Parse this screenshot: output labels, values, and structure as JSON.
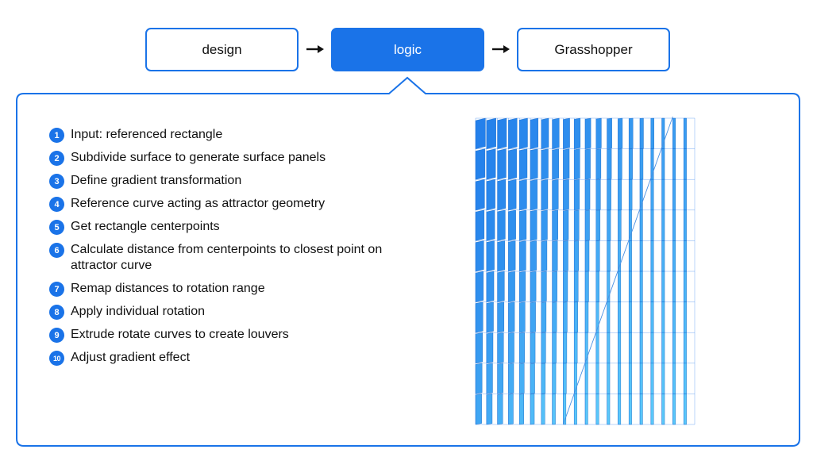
{
  "flow": {
    "steps": [
      {
        "label": "design",
        "active": false
      },
      {
        "label": "logic",
        "active": true
      },
      {
        "label": "Grasshopper",
        "active": false
      }
    ]
  },
  "logic_steps": [
    {
      "number": "1",
      "text": "Input: referenced rectangle"
    },
    {
      "number": "2",
      "text": "Subdivide surface to generate surface panels"
    },
    {
      "number": "3",
      "text": "Define gradient transformation"
    },
    {
      "number": "4",
      "text": "Reference curve acting as attractor geometry"
    },
    {
      "number": "5",
      "text": "Get rectangle centerpoints"
    },
    {
      "number": "6",
      "text": "Calculate distance from centerpoints to closest point on attractor curve"
    },
    {
      "number": "7",
      "text": "Remap distances to rotation range"
    },
    {
      "number": "8",
      "text": "Apply individual rotation"
    },
    {
      "number": "9",
      "text": "Extrude rotate curves to create louvers"
    },
    {
      "number": "10",
      "text": "Adjust gradient effect"
    }
  ],
  "colors": {
    "accent": "#1a73e8",
    "louver_dark": "#1a73e8",
    "louver_light": "#5ac8fa"
  },
  "louver_diagram": {
    "columns": 20,
    "rows": 10,
    "rotation_range": [
      0.0,
      1.0
    ]
  }
}
